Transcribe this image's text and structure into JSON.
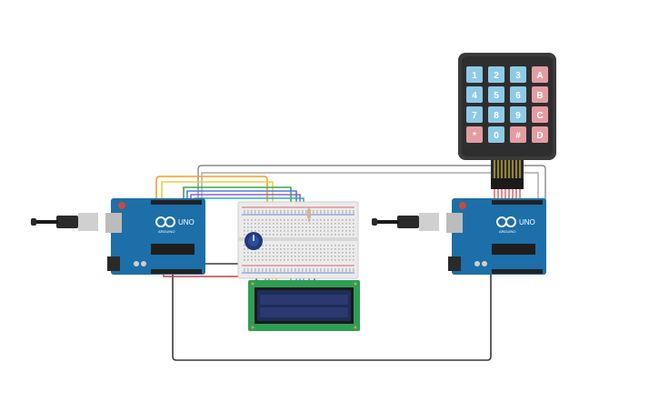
{
  "keypad": {
    "keys": [
      {
        "label": "1",
        "type": "digit"
      },
      {
        "label": "2",
        "type": "digit"
      },
      {
        "label": "3",
        "type": "digit"
      },
      {
        "label": "A",
        "type": "letter"
      },
      {
        "label": "4",
        "type": "digit"
      },
      {
        "label": "5",
        "type": "digit"
      },
      {
        "label": "6",
        "type": "digit"
      },
      {
        "label": "B",
        "type": "letter"
      },
      {
        "label": "7",
        "type": "digit"
      },
      {
        "label": "8",
        "type": "digit"
      },
      {
        "label": "9",
        "type": "digit"
      },
      {
        "label": "C",
        "type": "letter"
      },
      {
        "label": "*",
        "type": "letter"
      },
      {
        "label": "0",
        "type": "digit"
      },
      {
        "label": "#",
        "type": "letter"
      },
      {
        "label": "D",
        "type": "letter"
      }
    ],
    "digit_color": "#8ecae6",
    "letter_color": "#e39da2"
  },
  "boards": {
    "left": {
      "model": "UNO",
      "brand": "ARDUINO"
    },
    "right": {
      "model": "UNO",
      "brand": "ARDUINO"
    }
  },
  "colors": {
    "board": "#1c6fa8",
    "board_dark": "#145a8a",
    "lcd_pcb": "#2e9e55",
    "lcd_screen": "#1f2d5a",
    "breadboard": "#ebebeb",
    "wire_black": "#3a3a3a",
    "wire_gray": "#9a9a9a",
    "wire_red": "#d83a3a"
  }
}
